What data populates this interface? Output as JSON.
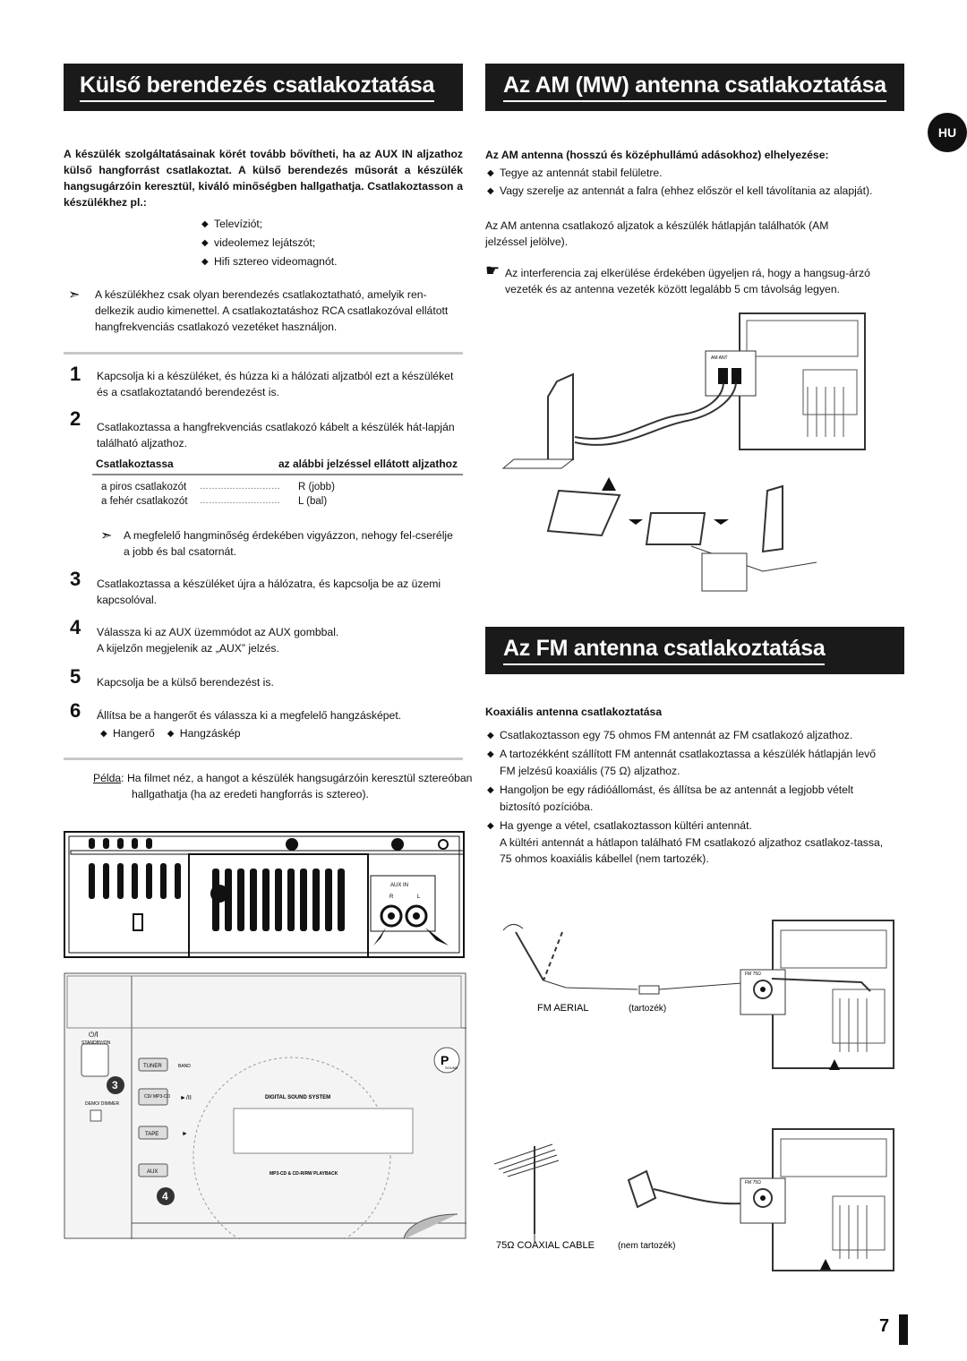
{
  "left": {
    "title": "Külső berendezés csatlakoztatása",
    "intro": "A készülék szolgáltatásainak körét tovább bővítheti, ha az AUX IN aljzathoz külső hangforrást csatlakoztat. A külső berendezés műsorát a készülék hangsugárzóin keresztül, kiváló minőségben hallgathatja. Csatlakoztasson a készülékhez pl.:",
    "devices": [
      "Televíziót;",
      "videolemez lejátszót;",
      "Hifi sztereo videomagnót."
    ],
    "note": "A készülékhez csak olyan berendezés csatlakoztatható, amelyik ren-delkezik audio kimenettel. A csatlakoztatáshoz RCA csatlakozóval ellátott hangfrekvenciás csatlakozó vezetéket használjon.",
    "steps": [
      {
        "n": "1",
        "text": "Kapcsolja ki a készüléket, és húzza ki a hálózati aljzatból ezt a készüléket és a csatlakoztatandó berendezést is."
      },
      {
        "n": "2",
        "text": "Csatlakoztassa a hangfrekvenciás csatlakozó kábelt a készülék hát-lapján található aljzathoz."
      },
      {
        "n": "3",
        "text": "Csatlakoztassa a készüléket újra a hálózatra, és kapcsolja be az üzemi kapcsolóval."
      },
      {
        "n": "4",
        "text": "Válassza ki az AUX üzemmódot az AUX gombbal.",
        "text2": "A kijelzőn megjelenik az „AUX” jelzés."
      },
      {
        "n": "5",
        "text": "Kapcsolja be a külső berendezést is."
      },
      {
        "n": "6",
        "text": "Állítsa be a hangerőt és válassza ki a megfelelő hangzásképet."
      }
    ],
    "table": {
      "h1": "Csatlakoztassa",
      "h2": "az alábbi jelzéssel ellátott aljzathoz",
      "rows": [
        {
          "a": "a piros csatlakozót",
          "dots": "………………………",
          "b": "R (jobb)"
        },
        {
          "a": "a fehér csatlakozót",
          "dots": "………………………",
          "b": "L (bal)"
        }
      ]
    },
    "note2": "A megfelelő hangminőség érdekében vigyázzon, nehogy fel-cserélje a jobb és bal csatornát.",
    "sound_items": [
      "Hangerő",
      "Hangzáskép"
    ],
    "example_label": "Példa",
    "example_text": ": Ha filmet néz, a hangot a készülék hangsugárzóin keresztül sztereóban hallgathatja (ha az eredeti hangforrás is sztereo).",
    "panel_labels": {
      "aux_in": "AUX IN",
      "r": "R",
      "l": "L",
      "standby": "STANDBY/ON",
      "power_glyph": "⏻/I",
      "tuner": "TUNER",
      "band": "BAND",
      "cd": "CD/ MP3-CD",
      "play": "►/II",
      "tape": "TAPE",
      "tape_play": "►",
      "aux": "AUX",
      "demo": "DEMO/ DIMMER",
      "dss": "DIGITAL SOUND SYSTEM",
      "mp3": "MP3-CD & CD-R/RW PLAYBACK",
      "psound": "P",
      "psound2": "SOUND",
      "callout3": "3",
      "callout4": "4"
    }
  },
  "right": {
    "am_title": "Az AM (MW) antenna csatlakoztatása",
    "am_sub": "Az AM antenna (hosszú és középhullámú adásokhoz) elhelyezése:",
    "am_bullets": [
      "Tegye az antennát stabil felületre.",
      "Vagy szerelje az antennát a falra (ehhez először el kell távolítania az alapját)."
    ],
    "am_para": "Az AM antenna csatlakozó aljzatok a készülék hátlapján találhatók (AM jelzéssel jelölve).",
    "am_note": "Az interferencia zaj elkerülése érdekében ügyeljen rá, hogy a hangsug-árzó vezeték és az antenna vezeték között legalább 5 cm távolság legyen.",
    "am_ant_label": "AM ANT",
    "fm_title": "Az FM antenna csatlakoztatása",
    "fm_sub": "Koaxiális antenna csatlakoztatása",
    "fm_bullets": [
      "Csatlakoztasson egy 75 ohmos FM antennát az FM csatlakozó aljzathoz.",
      "A tartozékként szállított FM antennát csatlakoztassa a készülék hátlapján levő FM jelzésű koaxiális (75 Ω) aljzathoz.",
      "Hangoljon be egy rádióállomást, és állítsa be az antennát a legjobb vételt biztosító pozícióba.",
      "Ha gyenge a vétel, csatlakoztasson kültéri antennát."
    ],
    "fm_para": "A kültéri antennát a hátlapon található FM csatlakozó aljzathoz csatlakoz-tassa, 75 ohmos koaxiális kábellel (nem tartozék).",
    "fm_aerial": "FM AERIAL",
    "fm_aerial_note": "(tartozék)",
    "coax": "75Ω COAXIAL CABLE",
    "coax_note": "(nem tartozék)",
    "fm_jack": "FM 75Ω"
  },
  "lang_badge": "HU",
  "page_number": "7"
}
